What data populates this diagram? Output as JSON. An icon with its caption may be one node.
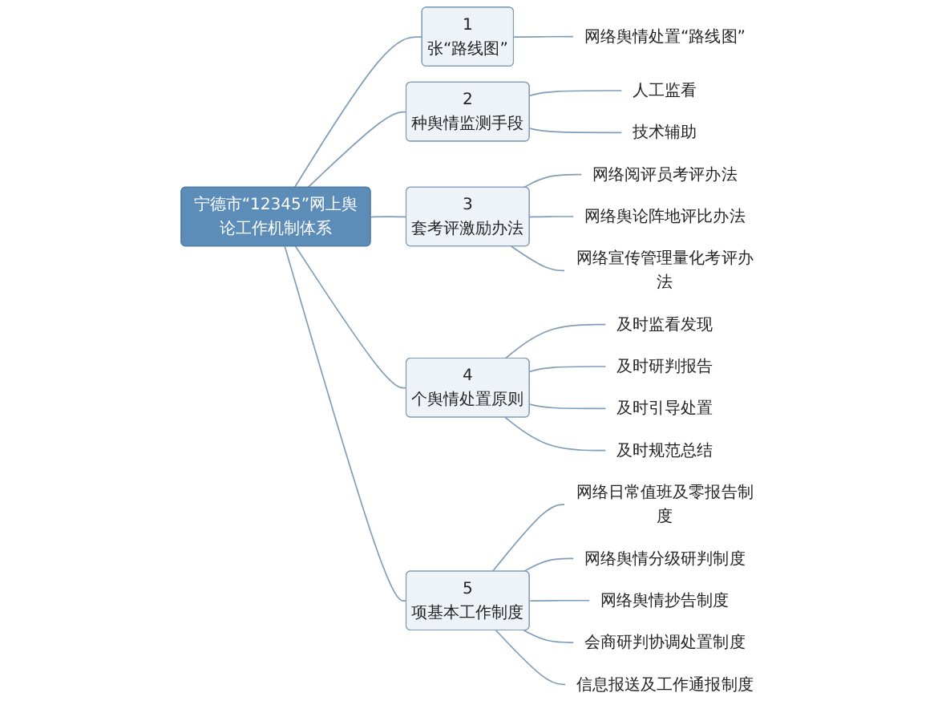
{
  "diagram": {
    "nodes": [
      {
        "text": [
          "宁德市“12345”网上舆论工作机制体系"
        ]
      },
      {
        "text": [
          "1",
          "张“路线图”"
        ]
      },
      {
        "text": [
          "网络舆情处置“路线图”"
        ]
      },
      {
        "text": [
          "2",
          "种舆情监测手段"
        ]
      },
      {
        "text": [
          "人工监看"
        ]
      },
      {
        "text": [
          "技术辅助"
        ]
      },
      {
        "text": [
          "3",
          "套考评激励办法"
        ]
      },
      {
        "text": [
          "网络阅评员考评办法"
        ]
      },
      {
        "text": [
          "网络舆论阵地评比办法"
        ]
      },
      {
        "text": [
          "网络宣传管理量化考评办法"
        ]
      },
      {
        "text": [
          "4",
          "个舆情处置原则"
        ]
      },
      {
        "text": [
          "及时监看发现"
        ]
      },
      {
        "text": [
          "及时研判报告"
        ]
      },
      {
        "text": [
          "及时引导处置"
        ]
      },
      {
        "text": [
          "及时规范总结"
        ]
      },
      {
        "text": [
          "5",
          "项基本工作制度"
        ]
      },
      {
        "text": [
          "网络日常值班及零报告制度"
        ]
      },
      {
        "text": [
          "网络舆情分级研判制度"
        ]
      },
      {
        "text": [
          "网络舆情抄告制度"
        ]
      },
      {
        "text": [
          "会商研判协调处置制度"
        ]
      },
      {
        "text": [
          "信息报送及工作通报制度"
        ]
      }
    ],
    "edges": [
      {
        "from": 0,
        "to": 1,
        "arrow": "none"
      },
      {
        "from": 1,
        "to": 2,
        "arrow": "none"
      },
      {
        "from": 0,
        "to": 3,
        "arrow": "none"
      },
      {
        "from": 3,
        "to": 4,
        "arrow": "none"
      },
      {
        "from": 3,
        "to": 5,
        "arrow": "none"
      },
      {
        "from": 0,
        "to": 6,
        "arrow": "none"
      },
      {
        "from": 6,
        "to": 7,
        "arrow": "none"
      },
      {
        "from": 6,
        "to": 8,
        "arrow": "none"
      },
      {
        "from": 6,
        "to": 9,
        "arrow": "none"
      },
      {
        "from": 0,
        "to": 10,
        "arrow": "none"
      },
      {
        "from": 10,
        "to": 11,
        "arrow": "none"
      },
      {
        "from": 10,
        "to": 12,
        "arrow": "none"
      },
      {
        "from": 10,
        "to": 13,
        "arrow": "none"
      },
      {
        "from": 10,
        "to": 14,
        "arrow": "none"
      },
      {
        "from": 0,
        "to": 15,
        "arrow": "none"
      },
      {
        "from": 15,
        "to": 16,
        "arrow": "none"
      },
      {
        "from": 15,
        "to": 17,
        "arrow": "none"
      },
      {
        "from": 15,
        "to": 18,
        "arrow": "none"
      },
      {
        "from": 15,
        "to": 19,
        "arrow": "none"
      },
      {
        "from": 15,
        "to": 20,
        "arrow": "none"
      }
    ]
  }
}
